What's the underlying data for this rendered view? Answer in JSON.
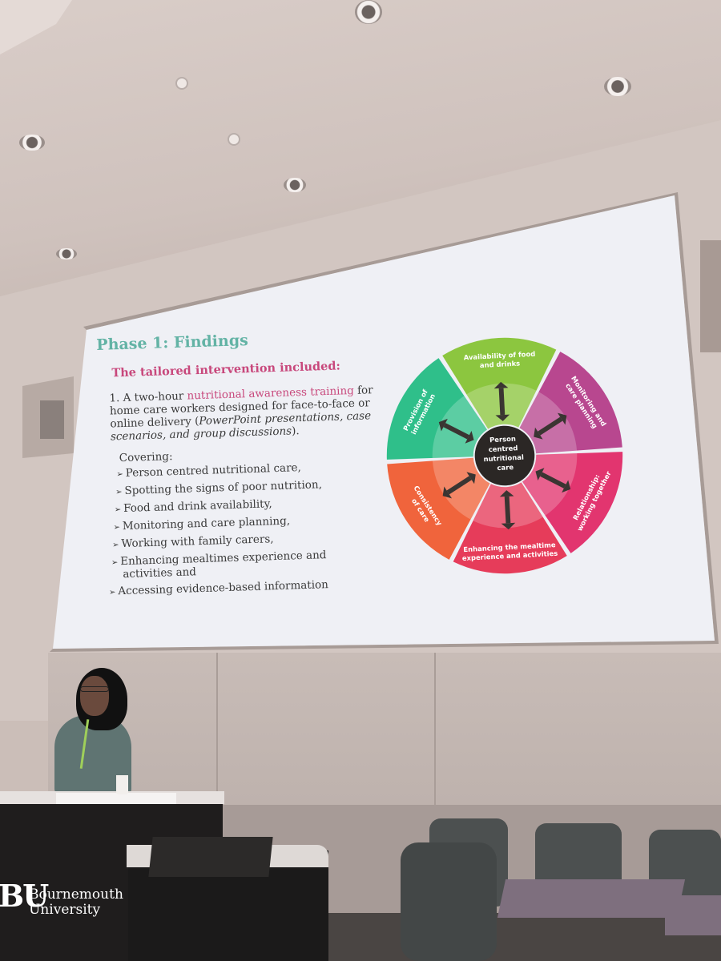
{
  "slide": {
    "title": "Phase 1: Findings",
    "subtitle": "The tailored intervention included:",
    "intro_prefix": "1. A two-hour ",
    "intro_highlight": "nutritional awareness training",
    "intro_middle": " for home care workers designed for face-to-face or online delivery (",
    "intro_italic": "PowerPoint presentations, case scenarios, and group discussions",
    "intro_suffix": ").",
    "covering_label": "Covering:",
    "covering_items": [
      "Person centred nutritional care,",
      "Spotting the signs of poor nutrition,",
      "Food and drink availability,",
      "Monitoring and care planning,",
      "Working with family carers,",
      "Enhancing mealtimes experience and",
      "activities and",
      "Accessing evidence-based information"
    ],
    "wheel": {
      "center_lines": [
        "Person",
        "centred",
        "nutritional",
        "care"
      ],
      "segments": [
        {
          "lines": [
            "Availability of food",
            "and drinks"
          ],
          "color": "#8cc63f"
        },
        {
          "lines": [
            "Monitoring and",
            "care planning"
          ],
          "color": "#b8478f"
        },
        {
          "lines": [
            "Relationship:",
            "working together"
          ],
          "color": "#e2356f"
        },
        {
          "lines": [
            "Enhancing the mealtime",
            "experience and activities"
          ],
          "color": "#e63c5a"
        },
        {
          "lines": [
            "Consistency",
            "of care"
          ],
          "color": "#f0643c"
        },
        {
          "lines": [
            "Provision of",
            "information"
          ],
          "color": "#2fbf8a"
        }
      ]
    }
  },
  "podium": {
    "logo_mark": "BU",
    "logo_line1": "Bournemouth",
    "logo_line2": "University"
  }
}
